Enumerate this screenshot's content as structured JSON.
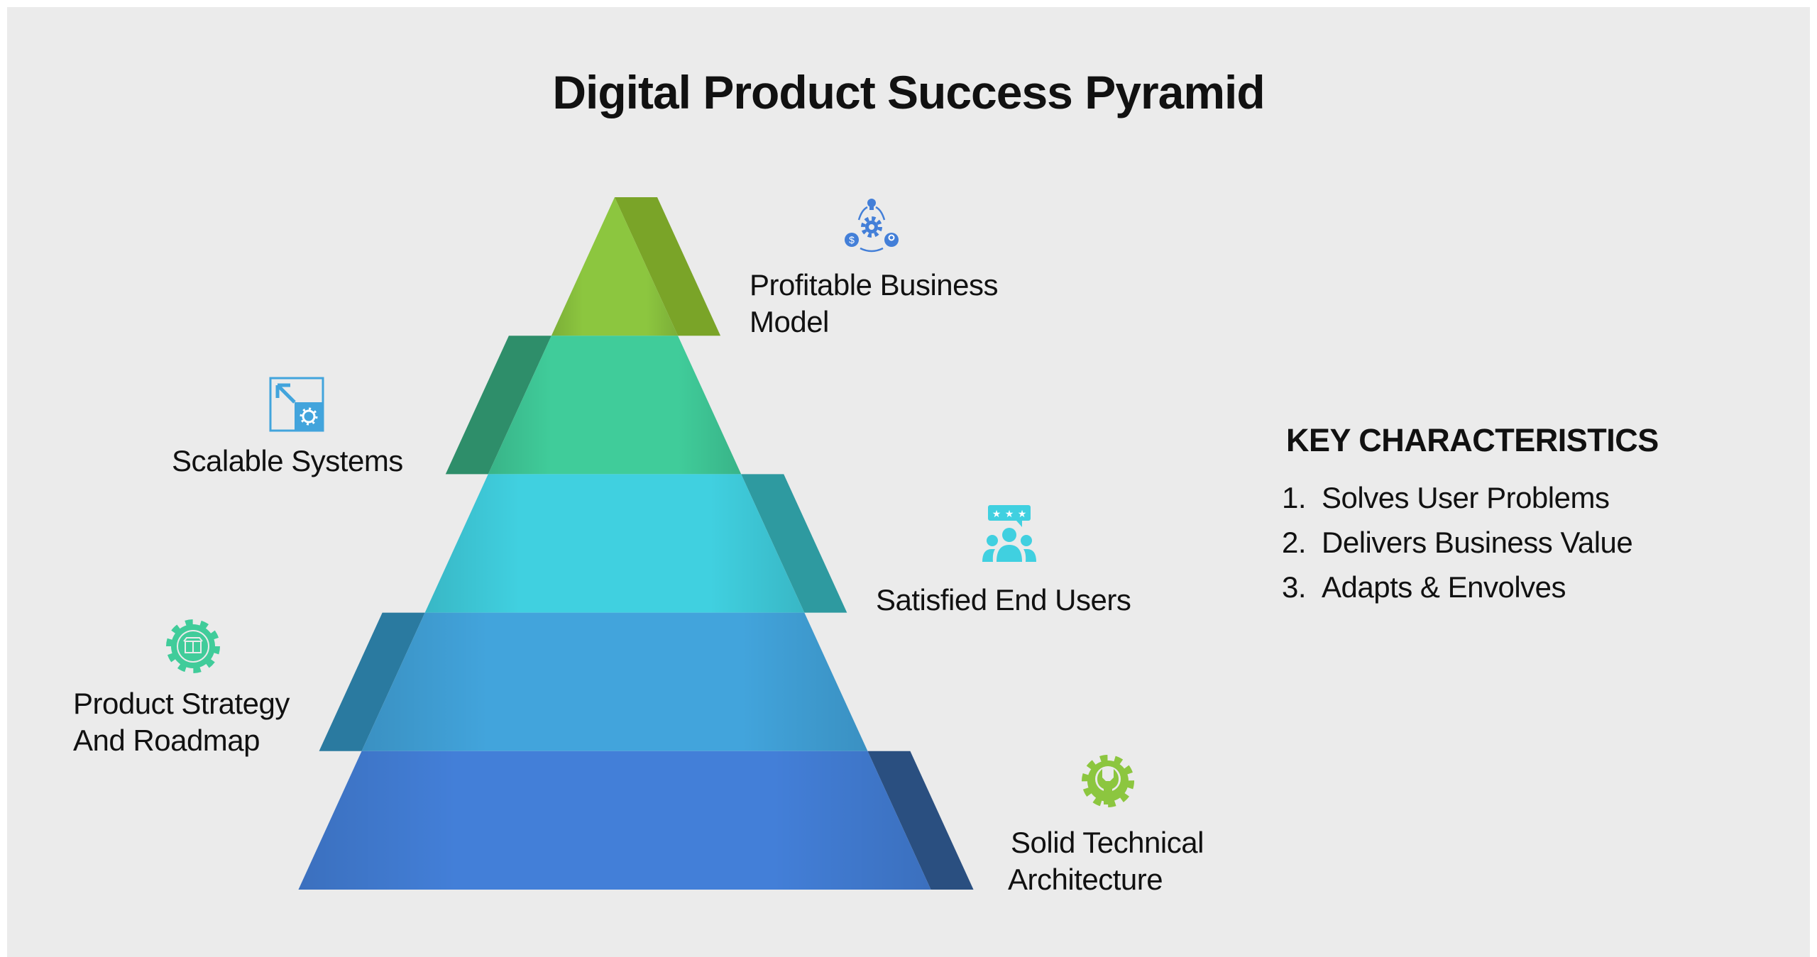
{
  "title": "Digital Product Success Pyramid",
  "tiers": [
    {
      "label_lines": [
        "Profitable Business",
        "Model"
      ],
      "icon": "business-cycle-gear-icon",
      "color": "#8cc63f",
      "wing_color": "#7aa428"
    },
    {
      "label_lines": [
        "Scalable Systems"
      ],
      "icon": "scale-arrow-gear-icon",
      "color": "#40cc9a",
      "wing_color": "#2e8e6a"
    },
    {
      "label_lines": [
        "Satisfied End Users"
      ],
      "icon": "users-rating-icon",
      "color": "#40d0e0",
      "wing_color": "#2e9aa0"
    },
    {
      "label_lines": [
        "Product Strategy",
        "And Roadmap"
      ],
      "icon": "gear-box-icon",
      "color": "#42a4dc",
      "wing_color": "#2a7aa0"
    },
    {
      "label_lines": [
        "Solid Technical",
        "Architecture"
      ],
      "icon": "gear-wrench-icon",
      "color": "#437fd8",
      "wing_color": "#2a4f80"
    }
  ],
  "key_characteristics": {
    "heading": "KEY CHARACTERISTICS",
    "items": [
      {
        "num": "1.",
        "text": "Solves User Problems"
      },
      {
        "num": "2.",
        "text": "Delivers Business Value"
      },
      {
        "num": "3.",
        "text": "Adapts & Envolves"
      }
    ]
  }
}
